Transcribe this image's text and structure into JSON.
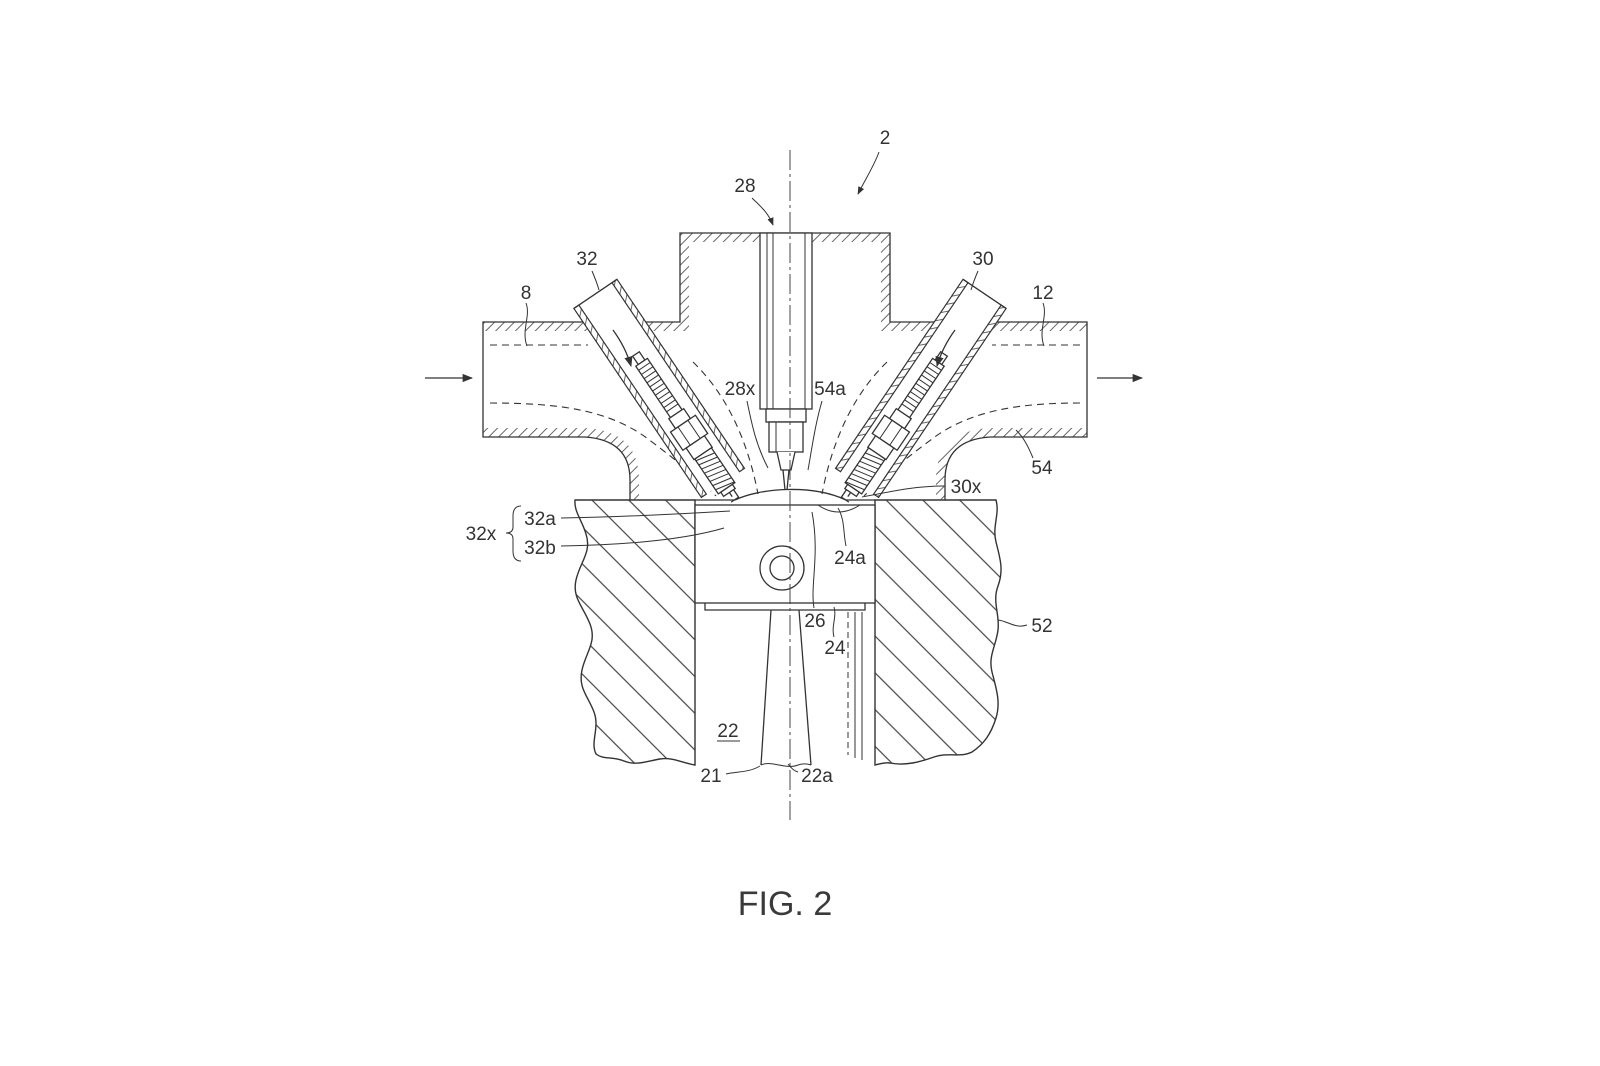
{
  "figure": {
    "caption": "FIG. 2",
    "ref_labels": {
      "r2": "2",
      "r28": "28",
      "r32": "32",
      "r30": "30",
      "r8": "8",
      "r12": "12",
      "r28x": "28x",
      "r54a": "54a",
      "r54": "54",
      "r30x": "30x",
      "r32x": "32x",
      "r32a": "32a",
      "r32b": "32b",
      "r24a": "24a",
      "r26": "26",
      "r24": "24",
      "r52": "52",
      "r22": "22",
      "r21": "21",
      "r22a": "22a"
    }
  },
  "colors": {
    "line": "#333333",
    "background": "#ffffff"
  }
}
